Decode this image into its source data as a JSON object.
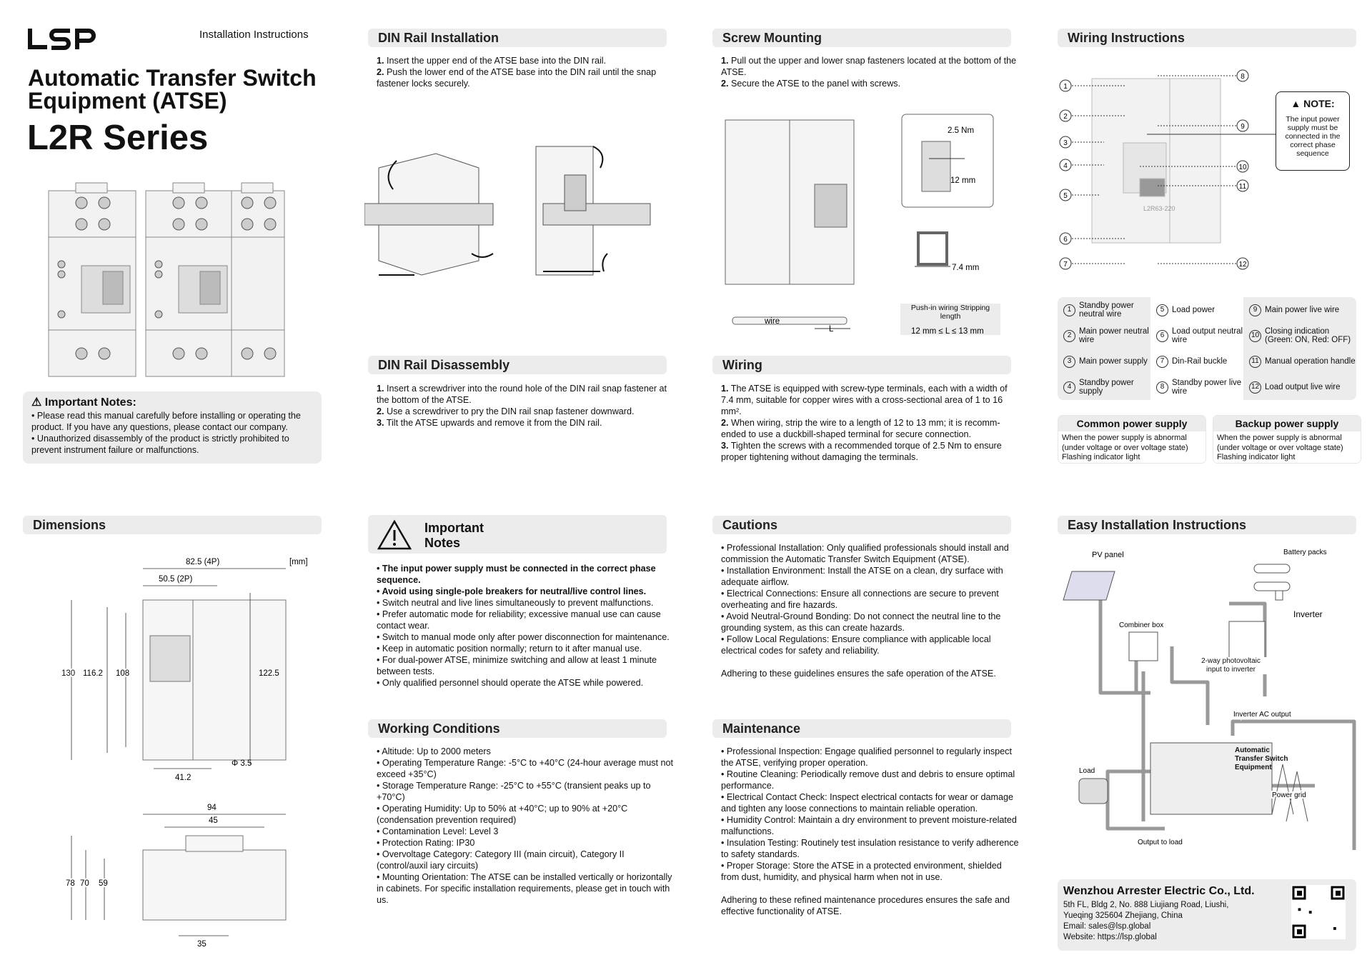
{
  "header": {
    "brand": "LSP",
    "doc_type": "Installation Instructions",
    "title_line1": "Automatic Transfer Switch",
    "title_line2": "Equipment (ATSE)",
    "series": "L2R Series"
  },
  "important_notes_box": {
    "title": "Important Notes:",
    "items": [
      "• Please read this manual carefully before installing or operating the product. If you have any questions, please contact our company.",
      "• Unauthorized disassembly of the product is strictly prohibited to prevent instrument failure or malfunctions."
    ]
  },
  "din_install": {
    "title": "DIN Rail Installation",
    "steps": [
      {
        "n": "1.",
        "t": " Insert the upper end of the ATSE base into the DIN rail."
      },
      {
        "n": "2.",
        "t": " Push the lower end of the ATSE base into the DIN rail until the snap fastener locks securely."
      }
    ]
  },
  "din_disassembly": {
    "title": "DIN Rail Disassembly",
    "steps": [
      {
        "n": "1.",
        "t": " Insert a screwdriver into the round hole of the DIN rail snap fastener at the bottom of the ATSE."
      },
      {
        "n": "2.",
        "t": " Use a screwdriver to pry the DIN rail snap fastener downward."
      },
      {
        "n": "3.",
        "t": " Tilt the ATSE upwards and remove it from the DIN rail."
      }
    ]
  },
  "screw_mounting": {
    "title": "Screw Mounting",
    "steps": [
      {
        "n": "1.",
        "t": " Pull out the upper and lower snap fasteners located at the bottom of the ATSE."
      },
      {
        "n": "2.",
        "t": " Secure the ATSE to the panel with screws."
      }
    ],
    "labels": {
      "torque": "2.5 Nm",
      "depth": "12 mm",
      "width": "7.4 mm",
      "wire": "wire",
      "L": "L",
      "strip_title": "Push-in wiring Stripping length",
      "strip_range": "12 mm ≤ L ≤ 13 mm"
    }
  },
  "wiring": {
    "title": "Wiring",
    "steps": [
      {
        "n": "1.",
        "t": " The ATSE is equipped with screw-type terminals, each with a width of  7.4 mm, suitable for copper wires with a cross-sectional area of 1 to 16 mm²."
      },
      {
        "n": "2.",
        "t": " When wiring, strip the wire to a length of 12 to 13 mm; it is recomm-ended to use a duckbill-shaped terminal for secure connection."
      },
      {
        "n": "3.",
        "t": " Tighten the screws with a recommended torque of 2.5 Nm to ensure proper tightening without damaging the terminals."
      }
    ]
  },
  "wiring_instructions": {
    "title": "Wiring Instructions",
    "note_title": "NOTE:",
    "note_text": "The input power supply must be connected in the correct phase sequence",
    "device_model": "L2R63-220",
    "legend": [
      {
        "n": "1",
        "t": "Standby power neutral wire"
      },
      {
        "n": "5",
        "t": "Load power"
      },
      {
        "n": "9",
        "t": "Main power live wire"
      },
      {
        "n": "2",
        "t": "Main power neutral wire"
      },
      {
        "n": "6",
        "t": "Load output neutral wire"
      },
      {
        "n": "10",
        "t": "Closing indication (Green: ON, Red: OFF)"
      },
      {
        "n": "3",
        "t": "Main power supply"
      },
      {
        "n": "7",
        "t": "Din-Rail buckle"
      },
      {
        "n": "11",
        "t": "Manual operation handle"
      },
      {
        "n": "4",
        "t": "Standby power supply"
      },
      {
        "n": "8",
        "t": "Standby power live wire"
      },
      {
        "n": "12",
        "t": "Load output live wire"
      }
    ],
    "common": {
      "title": "Common power supply",
      "text": "When the power supply is abnormal (under voltage or over voltage state) Flashing indicator light"
    },
    "backup": {
      "title": "Backup power supply",
      "text": "When the power supply is abnormal (under voltage or over voltage state) Flashing indicator light"
    }
  },
  "dimensions": {
    "title": "Dimensions",
    "unit": "[mm]",
    "w4p": "82.5 (4P)",
    "w2p": "50.5 (2P)",
    "h130": "130",
    "h116": "116.2",
    "h108": "108",
    "h122": "122.5",
    "w41": "41.2",
    "hole": "Φ 3.5",
    "d94": "94",
    "d45": "45",
    "s78": "78",
    "s70": "70",
    "s59": "59",
    "s35": "35"
  },
  "important_notes": {
    "title": "Important Notes",
    "bold": [
      "• The input power supply must be connected in the correct phase sequence.",
      "• Avoid using single-pole breakers for neutral/live control lines."
    ],
    "items": [
      "• Switch neutral and live lines simultaneously to prevent malfunctions.",
      "• Prefer automatic mode for reliability; excessive manual use can cause contact wear.",
      "• Switch to manual mode only after power disconnection for maintenance.",
      "• Keep in automatic position normally; return to it after manual use.",
      "• For dual-power ATSE, minimize switching and allow at least 1 minute between tests.",
      "• Only qualified personnel should operate the ATSE while powered."
    ]
  },
  "working_conditions": {
    "title": "Working Conditions",
    "items": [
      "• Altitude: Up to 2000 meters",
      "• Operating Temperature Range: -5°C to +40°C (24-hour average must not exceed +35°C)",
      "• Storage Temperature Range: -25°C to +55°C (transient peaks up to +70°C)",
      "• Operating Humidity: Up to 50% at +40°C; up to 90% at +20°C (condensation prevention required)",
      "• Contamination Level: Level 3",
      "• Protection Rating: IP30",
      "• Overvoltage Category: Category III (main circuit), Category II (control/auxil iary circuits)",
      "• Mounting Orientation: The ATSE can be installed vertically or horizontally in cabinets. For specific installation requirements, please get in touch with us."
    ]
  },
  "cautions": {
    "title": "Cautions",
    "items": [
      "• Professional Installation: Only qualified professionals should install and commission the Automatic Transfer Switch Equipment (ATSE).",
      "• Installation Environment: Install the ATSE on a clean, dry surface with adequate airflow.",
      "• Electrical Connections: Ensure all connections are secure to prevent overheating and fire hazards.",
      "• Avoid Neutral-Ground Bonding: Do not connect the neutral line to the grounding system, as this can create hazards.",
      "• Follow Local Regulations: Ensure compliance with applicable local electrical codes for safety and reliability."
    ],
    "footer": "Adhering to these guidelines ensures the safe operation of the ATSE."
  },
  "maintenance": {
    "title": "Maintenance",
    "items": [
      "• Professional Inspection: Engage qualified personnel to regularly inspect the ATSE, verifying proper operation.",
      "• Routine Cleaning: Periodically remove dust and debris to ensure optimal performance.",
      "• Electrical Contact Check: Inspect electrical contacts for wear or damage and tighten any loose connections to maintain reliable operation.",
      "• Humidity Control: Maintain a dry environment to prevent moisture-related malfunctions.",
      "• Insulation Testing: Routinely test insulation resistance to verify adherence to safety standards.",
      "• Proper Storage: Store the ATSE in a protected environment, shielded from dust, humidity, and physical harm when not in use."
    ],
    "footer": "Adhering to these refined maintenance procedures ensures the safe and effective functionality of ATSE."
  },
  "easy_install": {
    "title": "Easy Installation Instructions",
    "pv": "PV panel",
    "battery": "Battery packs",
    "inverter": "Inverter",
    "combiner": "Combiner box",
    "pv_input": "2-way photovoltaic input to inverter",
    "ac_output": "Inverter AC output",
    "atse": "Automatic Transfer Switch Equipment",
    "load": "Load",
    "grid": "Power grid",
    "output": "Output to load"
  },
  "company": {
    "name": "Wenzhou Arrester Electric Co., Ltd.",
    "address1": "5th FL, Bldg 2, No. 888 Liujiang Road, Liushi,",
    "address2": "Yueqing 325604 Zhejiang, China",
    "email": "Email: sales@lsp.global",
    "website": "Website: https://lsp.global"
  }
}
